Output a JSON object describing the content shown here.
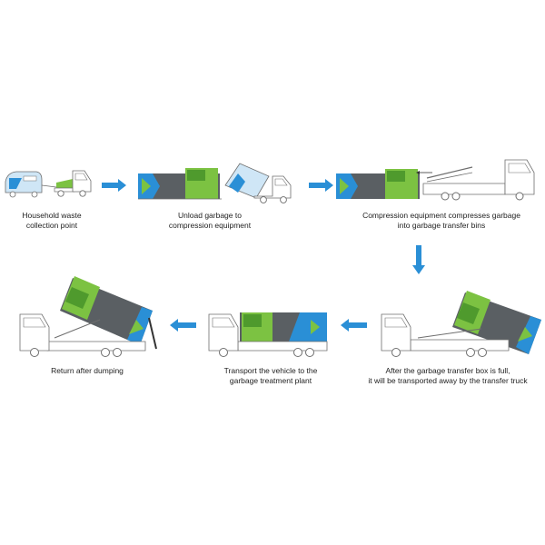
{
  "colors": {
    "accent_blue": "#2a8fd6",
    "green": "#7cc242",
    "dark_green": "#4f9a2d",
    "container_gray": "#5a5f63",
    "truck_line": "#6e6e6e",
    "light_blue": "#cfe6f6"
  },
  "steps": [
    {
      "id": "step1",
      "lines": [
        "Household waste",
        "collection point"
      ]
    },
    {
      "id": "step2",
      "lines": [
        "Unload garbage to",
        "compression equipment"
      ]
    },
    {
      "id": "step3",
      "lines": [
        "Compression equipment compresses garbage",
        "into garbage transfer bins"
      ]
    },
    {
      "id": "step4",
      "lines": [
        "After the garbage transfer box is full,",
        "it will be transported away by the transfer truck"
      ]
    },
    {
      "id": "step5",
      "lines": [
        "Transport the vehicle to the",
        "garbage treatment plant"
      ]
    },
    {
      "id": "step6",
      "lines": [
        "Return after dumping"
      ]
    }
  ],
  "arrows": [
    {
      "id": "arrow-1-2",
      "direction": "right"
    },
    {
      "id": "arrow-2-3",
      "direction": "right"
    },
    {
      "id": "arrow-3-4",
      "direction": "down"
    },
    {
      "id": "arrow-4-5",
      "direction": "left"
    },
    {
      "id": "arrow-5-6",
      "direction": "left"
    }
  ]
}
